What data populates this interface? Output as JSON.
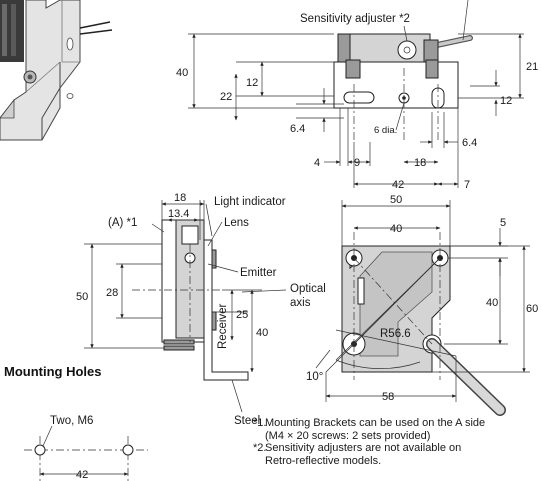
{
  "labels": {
    "sensitivity_adjuster": "Sensitivity adjuster *2",
    "light_indicator": "Light indicator",
    "lens": "Lens",
    "a_side": "(A) *1",
    "emitter": "Emitter",
    "receiver": "Receiver",
    "optical_axis_1": "Optical",
    "optical_axis_2": "axis",
    "steel": "Steel",
    "six_dia": "6 dia.",
    "radius": "R56.6",
    "angle": "10°",
    "mounting_holes": "Mounting Holes",
    "two_m6": "Two, M6"
  },
  "dims": {
    "d40": "40",
    "d12a": "12",
    "d22": "22",
    "d64a": "6.4",
    "d21": "21",
    "d12b": "12",
    "d64b": "6.4",
    "d4": "4",
    "d9": "9",
    "d18a": "18",
    "d42a": "42",
    "d7": "7",
    "d18b": "18",
    "d134": "13.4",
    "d28": "28",
    "d50a": "50",
    "d25": "25",
    "d40b": "40",
    "d50b": "50",
    "d40c": "40",
    "d5": "5",
    "d40d": "40",
    "d60": "60",
    "d58": "58",
    "d42b": "42"
  },
  "notes": {
    "n1_mark": "*1.",
    "n1_line1": "Mounting Brackets can be used on the A side",
    "n1_line2": "(M4 × 20 screws: 2 sets provided)",
    "n2_mark": "*2.",
    "n2_line1": "Sensitivity adjusters are not available on",
    "n2_line2": "Retro-reflective models."
  }
}
